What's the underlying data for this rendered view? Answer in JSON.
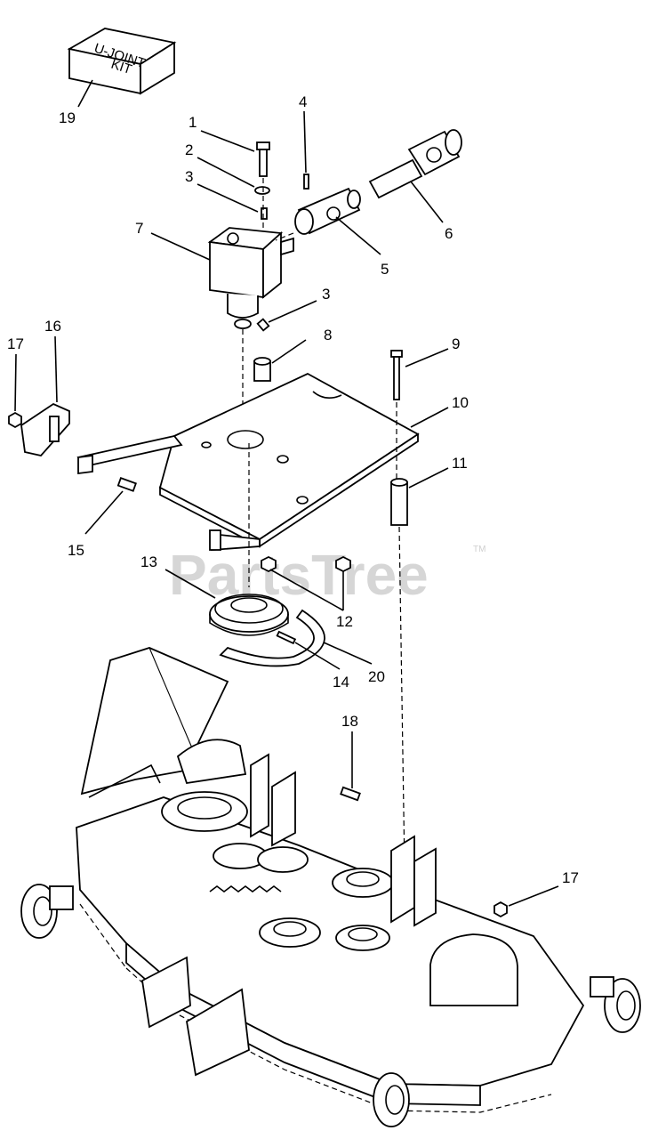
{
  "diagram": {
    "kit_label_line1": "U-JOINT",
    "kit_label_line2": "KIT",
    "watermark": "PartsTree",
    "watermark_tm": "TM",
    "callouts": [
      "1",
      "2",
      "3",
      "3",
      "4",
      "5",
      "6",
      "7",
      "8",
      "9",
      "10",
      "11",
      "12",
      "13",
      "14",
      "15",
      "16",
      "17",
      "17",
      "18",
      "19",
      "20"
    ]
  }
}
